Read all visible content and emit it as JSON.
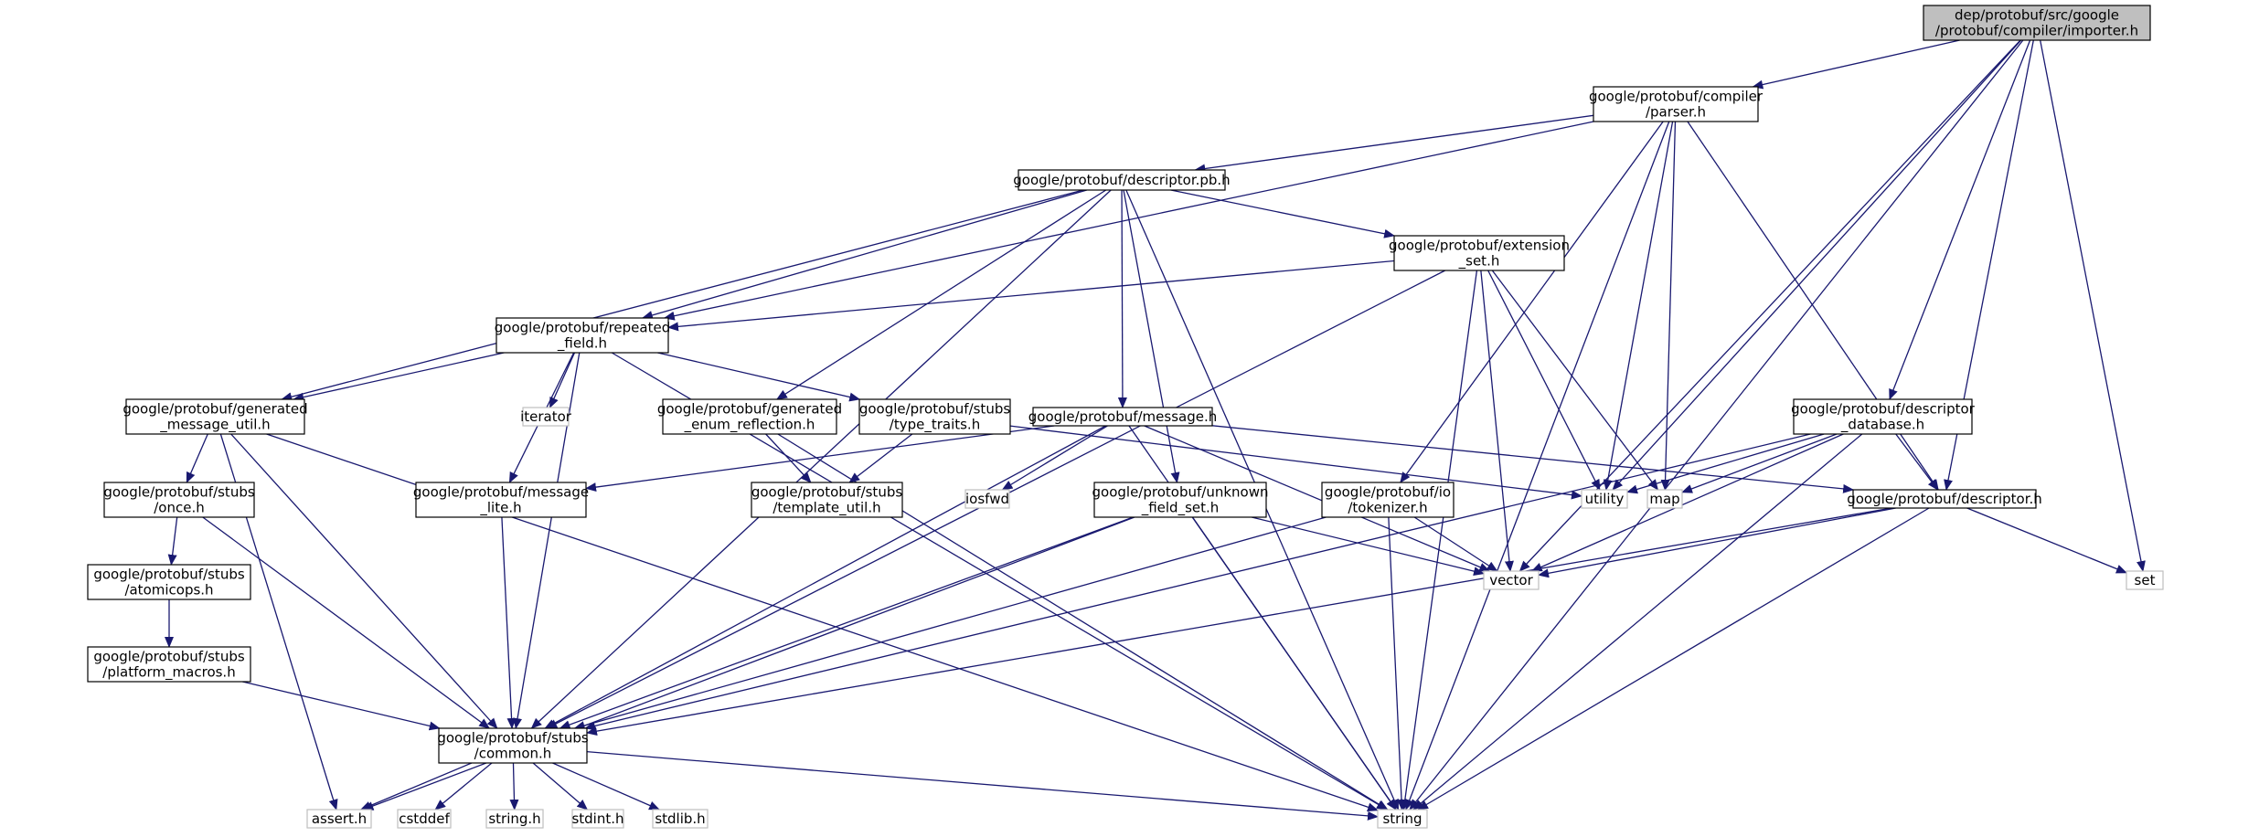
{
  "graph": {
    "title": "dep/protobuf/src/google/protobuf/compiler/importer.h",
    "edge_color": "#191970",
    "root_fill": "#bfbfbf",
    "system_header_border": "#bfbfbf",
    "nodes": {
      "importer": {
        "lines": [
          "dep/protobuf/src/google",
          "/protobuf/compiler/importer.h"
        ],
        "kind": "root"
      },
      "parser": {
        "lines": [
          "google/protobuf/compiler",
          "/parser.h"
        ],
        "kind": "header"
      },
      "descriptor_pb": {
        "lines": [
          "google/protobuf/descriptor.pb.h"
        ],
        "kind": "header"
      },
      "extension_set": {
        "lines": [
          "google/protobuf/extension",
          "_set.h"
        ],
        "kind": "header"
      },
      "repeated_field": {
        "lines": [
          "google/protobuf/repeated",
          "_field.h"
        ],
        "kind": "header"
      },
      "generated_message_util": {
        "lines": [
          "google/protobuf/generated",
          "_message_util.h"
        ],
        "kind": "header"
      },
      "iterator": {
        "lines": [
          "iterator"
        ],
        "kind": "system"
      },
      "generated_enum_reflection": {
        "lines": [
          "google/protobuf/generated",
          "_enum_reflection.h"
        ],
        "kind": "header"
      },
      "type_traits": {
        "lines": [
          "google/protobuf/stubs",
          "/type_traits.h"
        ],
        "kind": "header"
      },
      "message": {
        "lines": [
          "google/protobuf/message.h"
        ],
        "kind": "header"
      },
      "descriptor_database": {
        "lines": [
          "google/protobuf/descriptor",
          "_database.h"
        ],
        "kind": "header"
      },
      "once": {
        "lines": [
          "google/protobuf/stubs",
          "/once.h"
        ],
        "kind": "header"
      },
      "message_lite": {
        "lines": [
          "google/protobuf/message",
          "_lite.h"
        ],
        "kind": "header"
      },
      "template_util": {
        "lines": [
          "google/protobuf/stubs",
          "/template_util.h"
        ],
        "kind": "header"
      },
      "iosfwd": {
        "lines": [
          "iosfwd"
        ],
        "kind": "system"
      },
      "unknown_field_set": {
        "lines": [
          "google/protobuf/unknown",
          "_field_set.h"
        ],
        "kind": "header"
      },
      "tokenizer": {
        "lines": [
          "google/protobuf/io",
          "/tokenizer.h"
        ],
        "kind": "header"
      },
      "utility": {
        "lines": [
          "utility"
        ],
        "kind": "system"
      },
      "map": {
        "lines": [
          "map"
        ],
        "kind": "system"
      },
      "descriptor": {
        "lines": [
          "google/protobuf/descriptor.h"
        ],
        "kind": "header"
      },
      "atomicops": {
        "lines": [
          "google/protobuf/stubs",
          "/atomicops.h"
        ],
        "kind": "header"
      },
      "vector": {
        "lines": [
          "vector"
        ],
        "kind": "system"
      },
      "set": {
        "lines": [
          "set"
        ],
        "kind": "system"
      },
      "platform_macros": {
        "lines": [
          "google/protobuf/stubs",
          "/platform_macros.h"
        ],
        "kind": "header"
      },
      "common": {
        "lines": [
          "google/protobuf/stubs",
          "/common.h"
        ],
        "kind": "header"
      },
      "assert": {
        "lines": [
          "assert.h"
        ],
        "kind": "system"
      },
      "cstddef": {
        "lines": [
          "cstddef"
        ],
        "kind": "system"
      },
      "string_h": {
        "lines": [
          "string.h"
        ],
        "kind": "system"
      },
      "stdint": {
        "lines": [
          "stdint.h"
        ],
        "kind": "system"
      },
      "stdlib": {
        "lines": [
          "stdlib.h"
        ],
        "kind": "system"
      },
      "string": {
        "lines": [
          "string"
        ],
        "kind": "system"
      }
    },
    "edges": [
      [
        "importer",
        "parser"
      ],
      [
        "importer",
        "utility"
      ],
      [
        "importer",
        "vector"
      ],
      [
        "importer",
        "descriptor_database"
      ],
      [
        "importer",
        "descriptor"
      ],
      [
        "importer",
        "set"
      ],
      [
        "importer",
        "string"
      ],
      [
        "parser",
        "descriptor_pb"
      ],
      [
        "parser",
        "repeated_field"
      ],
      [
        "parser",
        "tokenizer"
      ],
      [
        "parser",
        "utility"
      ],
      [
        "parser",
        "map"
      ],
      [
        "parser",
        "descriptor"
      ],
      [
        "parser",
        "string"
      ],
      [
        "descriptor_pb",
        "common"
      ],
      [
        "descriptor_pb",
        "generated_message_util"
      ],
      [
        "descriptor_pb",
        "repeated_field"
      ],
      [
        "descriptor_pb",
        "extension_set"
      ],
      [
        "descriptor_pb",
        "generated_enum_reflection"
      ],
      [
        "descriptor_pb",
        "message"
      ],
      [
        "descriptor_pb",
        "unknown_field_set"
      ],
      [
        "descriptor_pb",
        "string"
      ],
      [
        "extension_set",
        "repeated_field"
      ],
      [
        "extension_set",
        "common"
      ],
      [
        "extension_set",
        "utility"
      ],
      [
        "extension_set",
        "map"
      ],
      [
        "extension_set",
        "vector"
      ],
      [
        "extension_set",
        "string"
      ],
      [
        "repeated_field",
        "generated_message_util"
      ],
      [
        "repeated_field",
        "iterator"
      ],
      [
        "repeated_field",
        "type_traits"
      ],
      [
        "repeated_field",
        "message_lite"
      ],
      [
        "repeated_field",
        "common"
      ],
      [
        "repeated_field",
        "string"
      ],
      [
        "generated_message_util",
        "once"
      ],
      [
        "generated_message_util",
        "common"
      ],
      [
        "generated_message_util",
        "assert"
      ],
      [
        "generated_message_util",
        "string"
      ],
      [
        "generated_enum_reflection",
        "template_util"
      ],
      [
        "generated_enum_reflection",
        "string"
      ],
      [
        "type_traits",
        "template_util"
      ],
      [
        "type_traits",
        "utility"
      ],
      [
        "message",
        "message_lite"
      ],
      [
        "message",
        "iosfwd"
      ],
      [
        "message",
        "descriptor"
      ],
      [
        "message",
        "vector"
      ],
      [
        "message",
        "common"
      ],
      [
        "message",
        "string"
      ],
      [
        "descriptor_database",
        "utility"
      ],
      [
        "descriptor_database",
        "map"
      ],
      [
        "descriptor_database",
        "vector"
      ],
      [
        "descriptor_database",
        "descriptor"
      ],
      [
        "descriptor_database",
        "common"
      ],
      [
        "descriptor_database",
        "string"
      ],
      [
        "once",
        "atomicops"
      ],
      [
        "once",
        "common"
      ],
      [
        "message_lite",
        "common"
      ],
      [
        "unknown_field_set",
        "common"
      ],
      [
        "unknown_field_set",
        "assert"
      ],
      [
        "unknown_field_set",
        "vector"
      ],
      [
        "unknown_field_set",
        "string"
      ],
      [
        "tokenizer",
        "common"
      ],
      [
        "tokenizer",
        "vector"
      ],
      [
        "tokenizer",
        "string"
      ],
      [
        "descriptor",
        "common"
      ],
      [
        "descriptor",
        "vector"
      ],
      [
        "descriptor",
        "set"
      ],
      [
        "descriptor",
        "string"
      ],
      [
        "atomicops",
        "platform_macros"
      ],
      [
        "platform_macros",
        "common"
      ],
      [
        "common",
        "assert"
      ],
      [
        "common",
        "cstddef"
      ],
      [
        "common",
        "string_h"
      ],
      [
        "common",
        "stdint"
      ],
      [
        "common",
        "stdlib"
      ],
      [
        "common",
        "string"
      ]
    ]
  }
}
